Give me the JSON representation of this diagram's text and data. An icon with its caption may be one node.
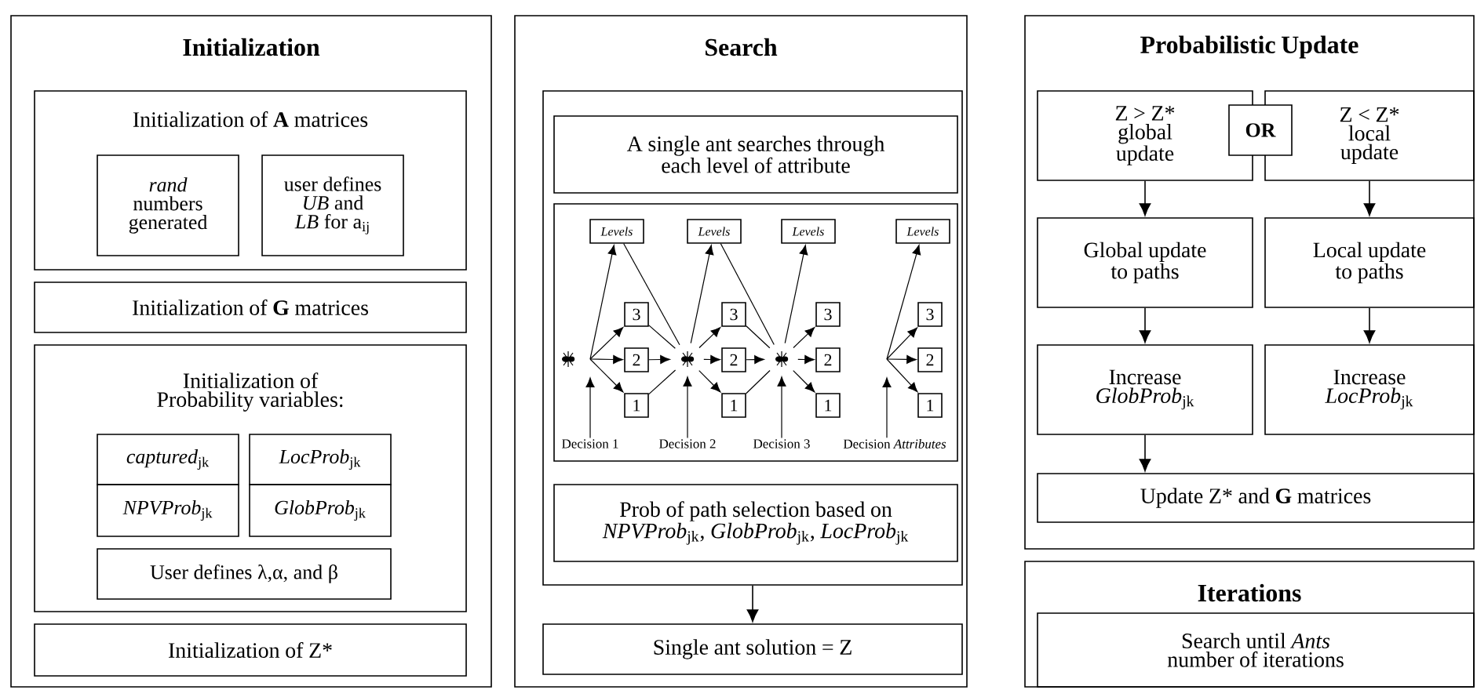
{
  "diagram": {
    "nodes": [
      {
        "text": [
          "Initialization"
        ]
      },
      {
        "text": [
          "Initialization of **A** matrices"
        ],
        "in": 0
      },
      {
        "text": [
          "*rand* numbers generated"
        ],
        "in": 1
      },
      {
        "text": [
          "user defines *UB* and *LB* for a$_{ij}$"
        ],
        "in": 1
      },
      {
        "text": [
          "Initialization of **G** matrices"
        ],
        "in": 0
      },
      {
        "text": [
          "Initialization of Probability variables:"
        ],
        "in": 0
      },
      {
        "text": [
          "*captured*$_{jk}$"
        ],
        "in": 5
      },
      {
        "text": [
          "*LocProb*$_{jk}$"
        ],
        "in": 5
      },
      {
        "text": [
          "*NPVProb*$_{jk}$"
        ],
        "in": 5
      },
      {
        "text": [
          "*GlobProb*$_{jk}$"
        ],
        "in": 5
      },
      {
        "text": [
          "User defines λ,α, and β"
        ],
        "in": 5
      },
      {
        "text": [
          "Initialization of Z*"
        ],
        "in": 0
      },
      {
        "text": [
          "Search"
        ]
      },
      {
        "text": [],
        "shape": "box",
        "in": 12
      },
      {
        "text": [
          "A single ant searches through each level of attribute"
        ],
        "in": 13
      },
      {
        "text": [],
        "shape": "box",
        "in": 13
      },
      {
        "text": [
          "Levels"
        ],
        "in": 15
      },
      {
        "text": [
          "Levels"
        ],
        "in": 15
      },
      {
        "text": [
          "Levels"
        ],
        "in": 15
      },
      {
        "text": [
          "Levels"
        ],
        "in": 15
      },
      {
        "text": [
          "3"
        ],
        "in": 15
      },
      {
        "text": [
          "2"
        ],
        "in": 15
      },
      {
        "text": [
          "1"
        ],
        "in": 15
      },
      {
        "text": [
          "3"
        ],
        "in": 15
      },
      {
        "text": [
          "2"
        ],
        "in": 15
      },
      {
        "text": [
          "1"
        ],
        "in": 15
      },
      {
        "text": [
          "3"
        ],
        "in": 15
      },
      {
        "text": [
          "2"
        ],
        "in": 15
      },
      {
        "text": [
          "1"
        ],
        "in": 15
      },
      {
        "text": [
          "3"
        ],
        "in": 15
      },
      {
        "text": [
          "2"
        ],
        "in": 15
      },
      {
        "text": [
          "1"
        ],
        "in": 15
      },
      {
        "text": [
          "Decision 1"
        ],
        "in": 15
      },
      {
        "text": [
          "Decision 2"
        ],
        "in": 15
      },
      {
        "text": [
          "Decision 3"
        ],
        "in": 15
      },
      {
        "text": [
          "Decision *Attributes*"
        ],
        "in": 15
      },
      {
        "text": [
          "Prob of path selection based on *NPVProb*$_{jk}$, *GlobProb*$_{jk}$, *LocProb*$_{jk}$"
        ],
        "in": 13
      },
      {
        "text": [
          "Single ant solution = Z"
        ],
        "in": 12
      },
      {
        "text": [
          "Probabilistic Update"
        ]
      },
      {
        "text": [
          "Z > Z* global update"
        ],
        "in": 38
      },
      {
        "text": [
          "OR"
        ],
        "in": 38
      },
      {
        "text": [
          "Z < Z* local update"
        ],
        "in": 38
      },
      {
        "text": [
          "Global update to paths"
        ],
        "in": 38
      },
      {
        "text": [
          "Local update to paths"
        ],
        "in": 38
      },
      {
        "text": [
          "Increase *GlobProb*$_{jk}$"
        ],
        "in": 38
      },
      {
        "text": [
          "Increase *LocProb*$_{jk}$"
        ],
        "in": 38
      },
      {
        "text": [
          "Update Z* and **G** matrices"
        ],
        "in": 38
      },
      {
        "text": [
          "Iterations"
        ]
      },
      {
        "text": [
          "Search until *Ants* number of iterations"
        ],
        "in": 47
      },
      {
        "text": [],
        "shape": "picture",
        "in": 15
      },
      {
        "text": [],
        "shape": "picture",
        "in": 15
      }
    ],
    "edges": [
      {
        "from": null,
        "to": 16,
        "arrow": "to"
      },
      {
        "from": null,
        "to": 20,
        "arrow": "to"
      },
      {
        "from": null,
        "to": 21,
        "arrow": "to"
      },
      {
        "from": null,
        "to": 22,
        "arrow": "to"
      },
      {
        "from": 16,
        "to": 49,
        "arrow": "none"
      },
      {
        "from": 20,
        "to": 49,
        "arrow": "none"
      },
      {
        "from": 21,
        "to": 49,
        "arrow": "to"
      },
      {
        "from": 22,
        "to": 49,
        "arrow": "none"
      },
      {
        "from": 49,
        "to": 17,
        "arrow": "to"
      },
      {
        "from": 49,
        "to": 23,
        "arrow": "to"
      },
      {
        "from": 49,
        "to": 24,
        "arrow": "to"
      },
      {
        "from": 49,
        "to": 25,
        "arrow": "to"
      },
      {
        "from": 17,
        "to": 50,
        "arrow": "none"
      },
      {
        "from": 23,
        "to": 50,
        "arrow": "none"
      },
      {
        "from": 24,
        "to": 50,
        "arrow": "to"
      },
      {
        "from": 25,
        "to": 50,
        "arrow": "none"
      },
      {
        "from": 50,
        "to": 18,
        "arrow": "to"
      },
      {
        "from": 50,
        "to": 26,
        "arrow": "to"
      },
      {
        "from": 50,
        "to": 27,
        "arrow": "to"
      },
      {
        "from": 50,
        "to": 28,
        "arrow": "to"
      },
      {
        "from": null,
        "to": 19,
        "arrow": "to"
      },
      {
        "from": null,
        "to": 29,
        "arrow": "to"
      },
      {
        "from": null,
        "to": 30,
        "arrow": "to"
      },
      {
        "from": null,
        "to": 31,
        "arrow": "to"
      },
      {
        "from": 32,
        "to": null,
        "arrow": "to"
      },
      {
        "from": 33,
        "to": 49,
        "arrow": "to"
      },
      {
        "from": 34,
        "to": 50,
        "arrow": "to"
      },
      {
        "from": 35,
        "to": null,
        "arrow": "to"
      },
      {
        "from": 13,
        "to": 37,
        "arrow": "to"
      },
      {
        "from": 39,
        "to": 42,
        "arrow": "to"
      },
      {
        "from": 42,
        "to": 44,
        "arrow": "to"
      },
      {
        "from": 44,
        "to": 46,
        "arrow": "to"
      },
      {
        "from": 41,
        "to": 43,
        "arrow": "to"
      },
      {
        "from": 43,
        "to": 45,
        "arrow": "to"
      }
    ]
  }
}
